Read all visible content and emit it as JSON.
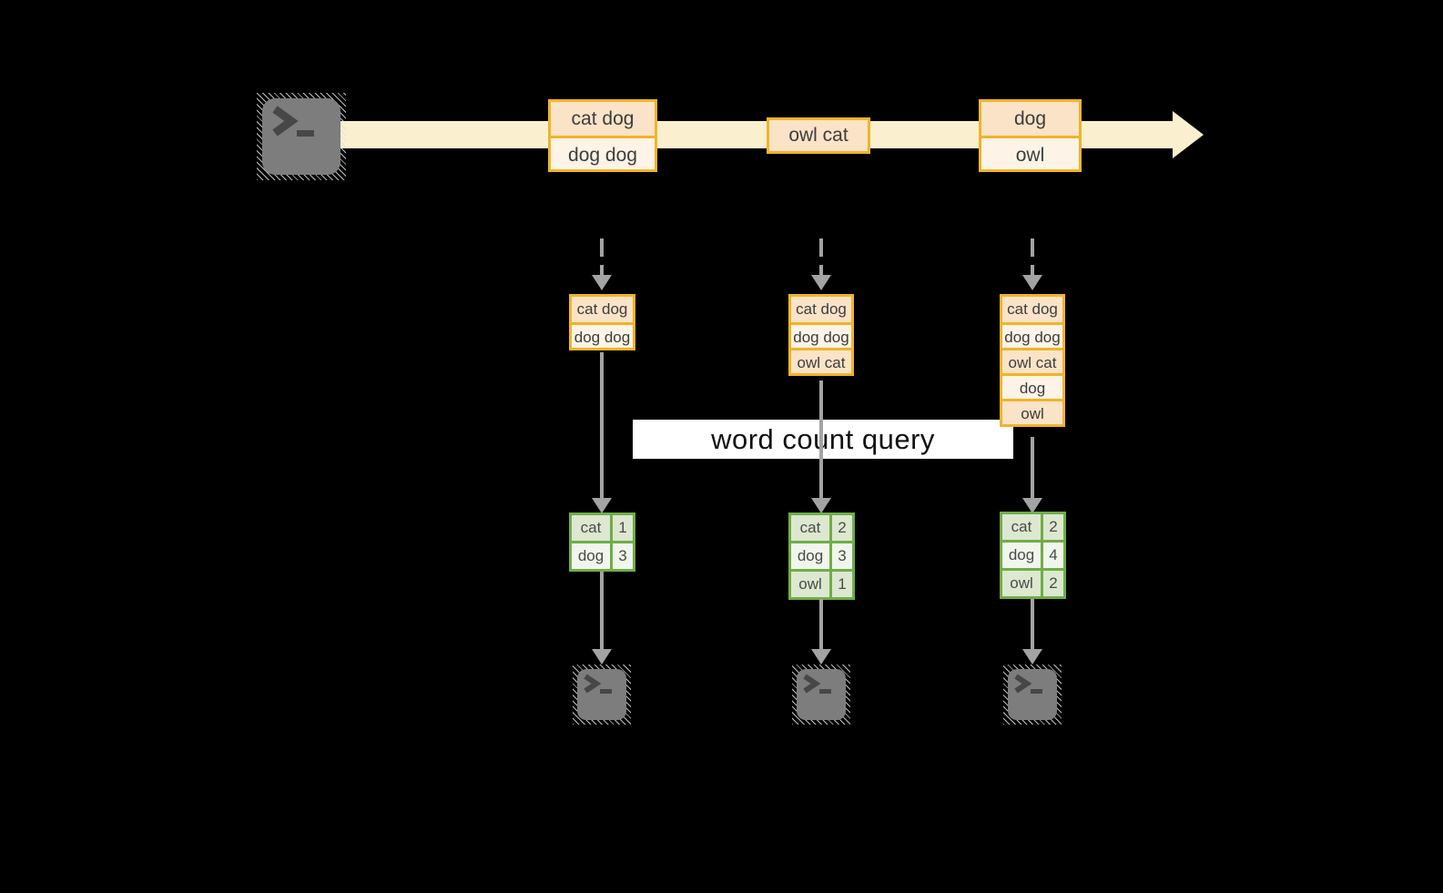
{
  "diagram": {
    "title_hint": "streaming word count",
    "query_label": "word count query",
    "source": {
      "icon": "terminal-icon"
    },
    "stream_records": [
      {
        "cells": [
          "cat dog",
          "dog dog"
        ]
      },
      {
        "cells": [
          "owl cat"
        ]
      },
      {
        "cells": [
          "dog",
          "owl"
        ]
      }
    ],
    "pipelines": [
      {
        "buffer": [
          "cat dog",
          "dog dog"
        ],
        "counts": [
          {
            "word": "cat",
            "count": "1"
          },
          {
            "word": "dog",
            "count": "3"
          }
        ]
      },
      {
        "buffer": [
          "cat dog",
          "dog dog",
          "owl cat"
        ],
        "counts": [
          {
            "word": "cat",
            "count": "2"
          },
          {
            "word": "dog",
            "count": "3"
          },
          {
            "word": "owl",
            "count": "1"
          }
        ]
      },
      {
        "buffer": [
          "cat dog",
          "dog dog",
          "owl cat",
          "dog",
          "owl"
        ],
        "counts": [
          {
            "word": "cat",
            "count": "2"
          },
          {
            "word": "dog",
            "count": "4"
          },
          {
            "word": "owl",
            "count": "2"
          }
        ]
      }
    ],
    "colors": {
      "background": "#000000",
      "stream_band": "#FAF0CF",
      "record_border": "#F0B428",
      "record_fill_dark": "#FAE3C7",
      "record_fill_light": "#FDF3E6",
      "table_border": "#70AD47",
      "table_fill_dark": "#DCE8D0",
      "table_fill_light": "#F1F6EC",
      "arrow": "#A3A3A3",
      "query_band_bg": "#FFFFFF"
    },
    "icons": [
      "terminal-icon"
    ]
  }
}
